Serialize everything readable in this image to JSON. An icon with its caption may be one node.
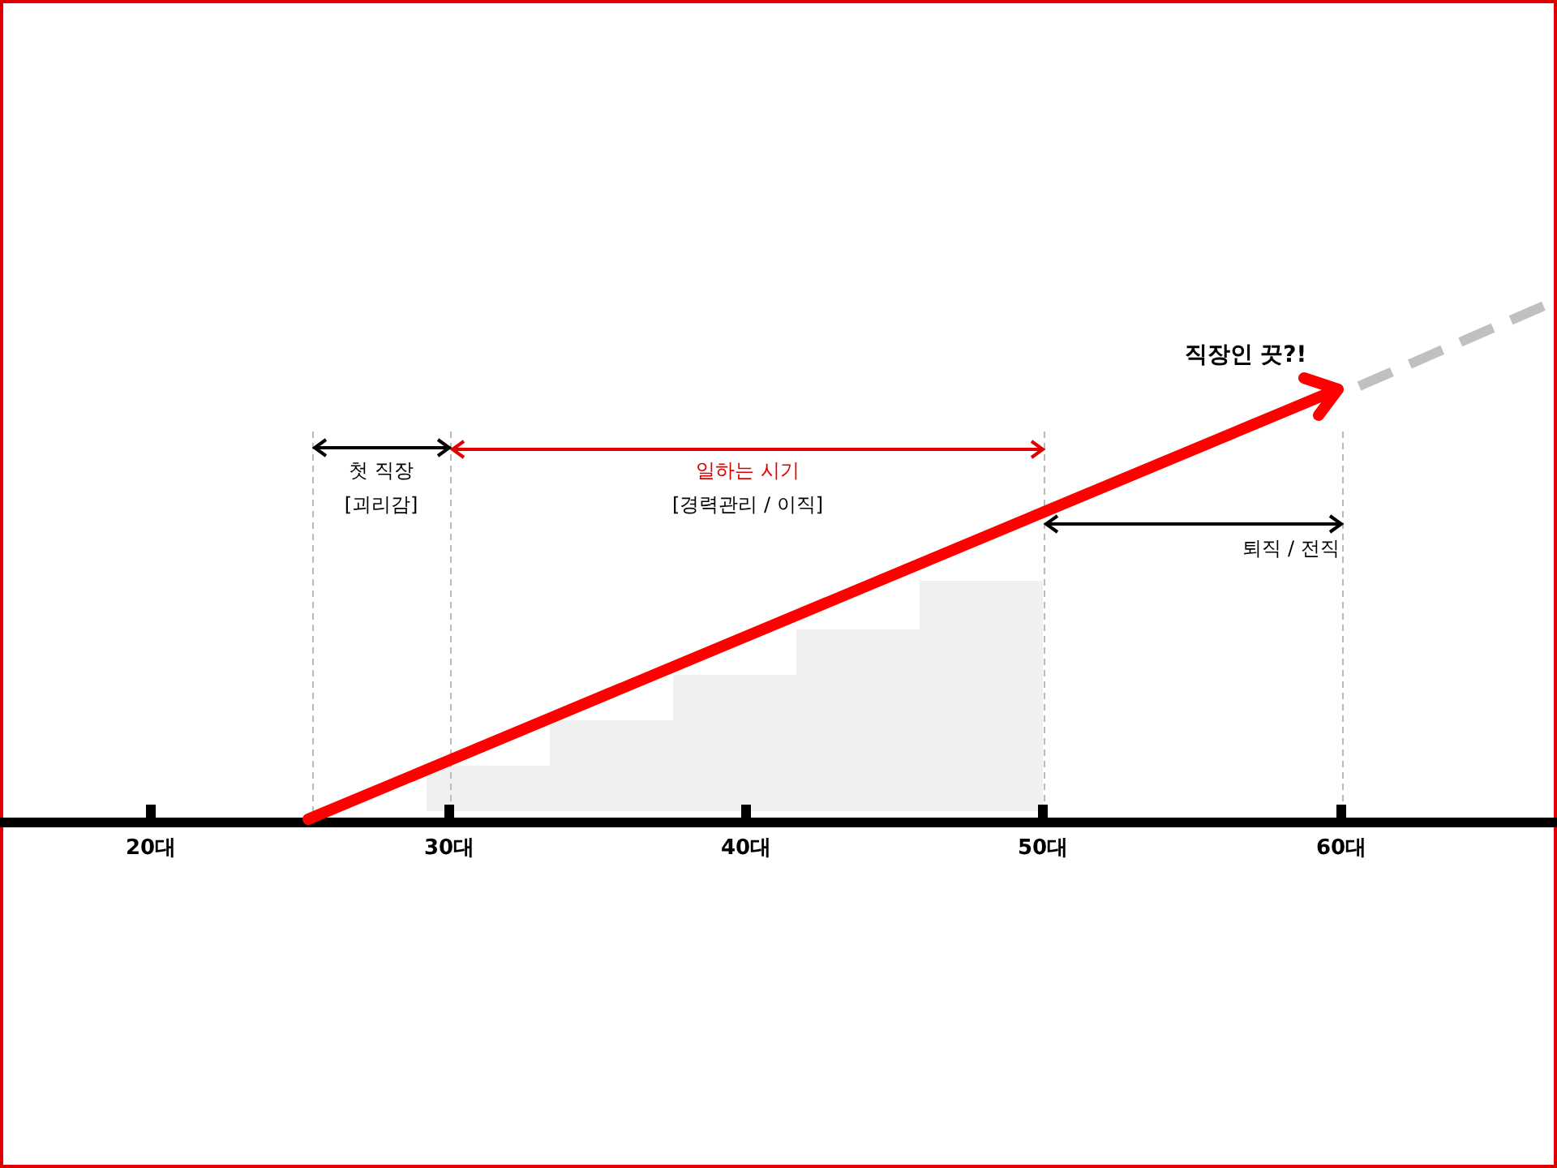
{
  "diagram": {
    "labels": [
      "직장인 끗?!",
      "첫 직장",
      "일하는 시기",
      "[괴리감]",
      "[경력관리 / 이직]",
      "퇴직 / 전직",
      "20대",
      "30대",
      "40대",
      "50대",
      "60대"
    ]
  }
}
